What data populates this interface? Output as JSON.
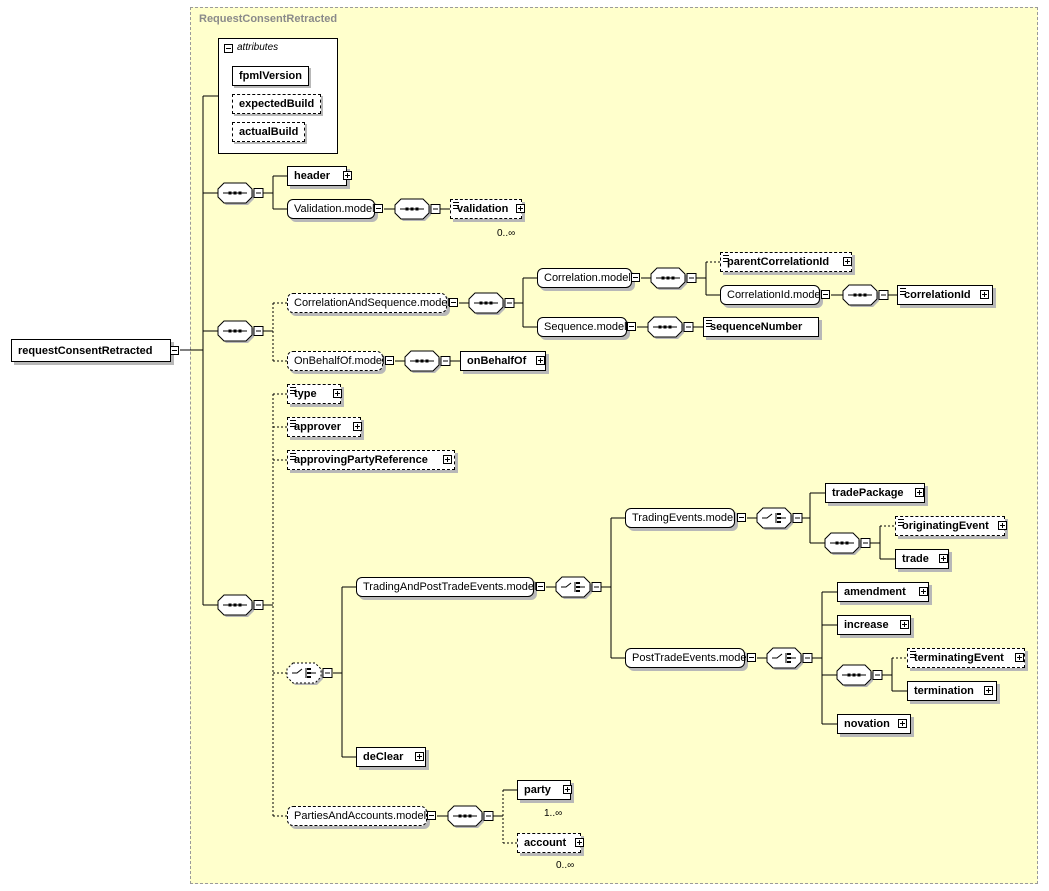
{
  "diagram": {
    "panel_title": "RequestConsentRetracted",
    "root": "requestConsentRetracted",
    "attributes": {
      "title": "attributes",
      "items": [
        "fpmlVersion",
        "expectedBuild",
        "actualBuild"
      ]
    },
    "nodes": {
      "header": "header",
      "validation_model": "Validation.model",
      "validation": "validation",
      "validation_card": "0..∞",
      "correlation_and_sequence_model": "CorrelationAndSequence.model",
      "correlation_model": "Correlation.model",
      "parent_correlation_id": "parentCorrelationId",
      "correlation_id_model": "CorrelationId.model",
      "correlation_id": "correlationId",
      "sequence_model": "Sequence.model",
      "sequence_number": "sequenceNumber",
      "on_behalf_of_model": "OnBehalfOf.model",
      "on_behalf_of": "onBehalfOf",
      "type": "type",
      "approver": "approver",
      "approving_party_reference": "approvingPartyReference",
      "trading_and_post_trade_events_model": "TradingAndPostTradeEvents.model",
      "trading_events_model": "TradingEvents.model",
      "trade_package": "tradePackage",
      "originating_event": "originatingEvent",
      "trade": "trade",
      "post_trade_events_model": "PostTradeEvents.model",
      "amendment": "amendment",
      "increase": "increase",
      "terminating_event": "terminatingEvent",
      "termination": "termination",
      "novation": "novation",
      "de_clear": "deClear",
      "parties_and_accounts_model": "PartiesAndAccounts.model",
      "party": "party",
      "party_card": "1..∞",
      "account": "account",
      "account_card": "0..∞"
    }
  },
  "colors": {
    "panel_bg": "#ffffcc",
    "panel_border": "#9a9a9a",
    "node_bg": "#ffffff",
    "shadow": "#b8b8b8"
  }
}
